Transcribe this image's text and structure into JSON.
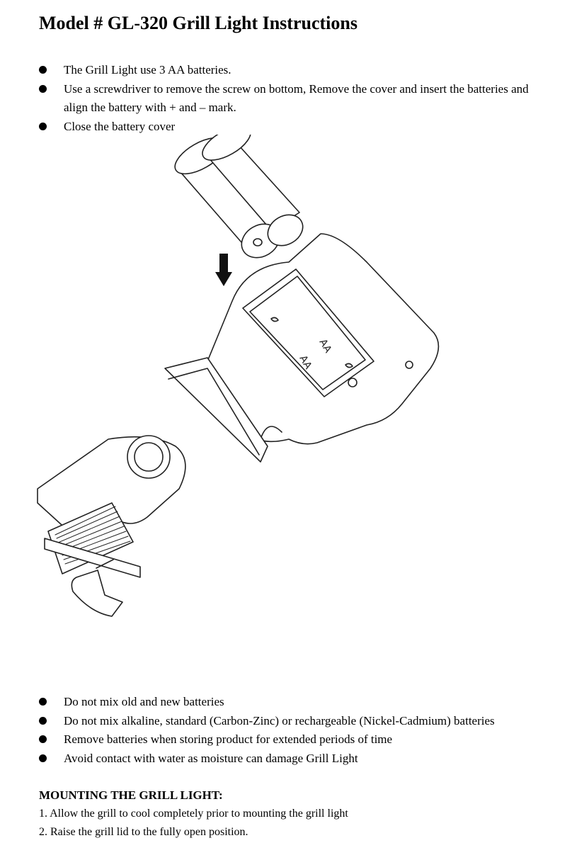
{
  "document": {
    "title": "Model # GL-320 Grill Light Instructions",
    "battery_steps": [
      "The Grill Light use 3 AA batteries.",
      "Use a screwdriver to remove the screw on bottom, Remove the cover and insert the batteries and align the battery with + and – mark.",
      "Close the battery cover"
    ],
    "illustration": {
      "battery_labels": [
        "AA",
        "AA"
      ]
    },
    "warnings": [
      "Do not mix old and new batteries",
      "Do not mix alkaline, standard (Carbon-Zinc) or rechargeable (Nickel-Cadmium) batteries",
      "Remove batteries when storing product for extended periods of time",
      "Avoid contact with water as moisture can damage Grill Light"
    ],
    "mounting": {
      "heading": "MOUNTING THE GRILL LIGHT:",
      "steps": [
        "1. Allow the grill to cool completely prior to mounting the grill light",
        "2. Raise the grill lid to the fully open position."
      ]
    }
  }
}
